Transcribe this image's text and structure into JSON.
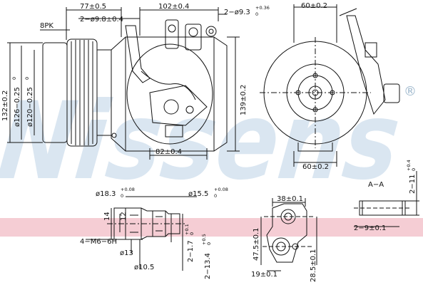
{
  "watermark": {
    "text": "Nissens",
    "registered": "®"
  },
  "colors": {
    "watermark": "#bcd3e6",
    "band": "#f3c4cc",
    "line": "#111111"
  },
  "front_view": {
    "dims": {
      "d77": "77±0.5",
      "d9_8": "2−ø9.8±0.4",
      "d102": "102±0.4",
      "d9_3_main": "2−ø9.3",
      "d9_3_tol": "+0.36",
      "d9_3_tol2": "0",
      "pk": "8PK",
      "d132": "132±0.2",
      "d126": "ø126−0.25",
      "d126_tol": "0",
      "d120": "ø120−0.25",
      "d120_tol": "0",
      "d139": "139±0.2",
      "d82": "82±0.4"
    }
  },
  "side_view": {
    "dims": {
      "top60": "60±0.2",
      "bottom60": "60±0.2",
      "r11": "2−11",
      "r11_tol": "+0.4",
      "r11_tol2": "0"
    }
  },
  "section_view": {
    "title": "A−A",
    "dims": {
      "d9": "2−9±0.1"
    }
  },
  "port_detail": {
    "dims": {
      "d18_3": "ø18.3",
      "d18_3_tol": "+0.08",
      "d18_3_tol2": "0",
      "d15_5": "ø15.5",
      "d15_5_tol": "+0.08",
      "d15_5_tol2": "0",
      "d14": "14",
      "d12": "12",
      "thread": "4−M6−6H",
      "d13": "ø13",
      "d10_5": "ø10.5",
      "r1_7": "2−1.7",
      "r1_7_tol": "+0.1",
      "r1_7_tol2": "0",
      "r13_4": "2−13.4",
      "r13_4_tol": "+0.5",
      "r13_4_tol2": "0"
    }
  },
  "flange_view": {
    "dims": {
      "d38": "38±0.1",
      "d47_5": "47.5±0.1",
      "d28_5": "28.5±0.1",
      "d19": "19±0.1"
    }
  }
}
